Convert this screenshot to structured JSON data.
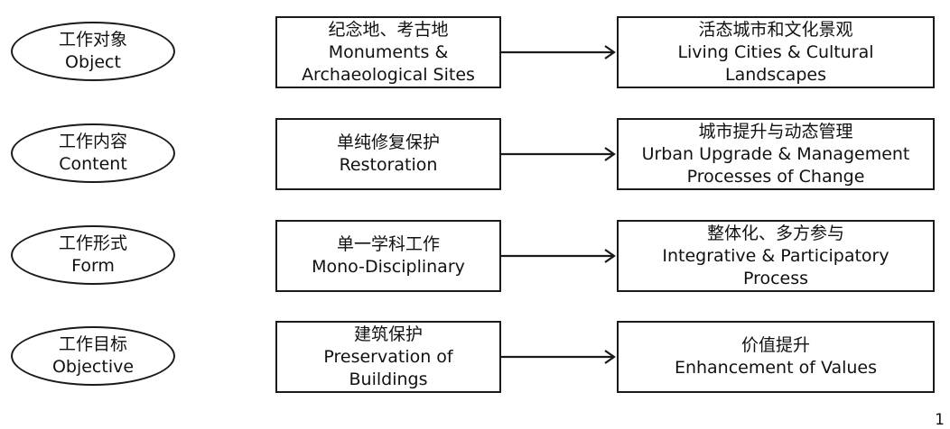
{
  "rows": [
    {
      "aspect_zh": "工作对象",
      "aspect_en": "Object",
      "from_zh": "纪念地、考古地",
      "from_en": [
        "Monuments &",
        "Archaeological Sites"
      ],
      "to_zh": "活态城市和文化景观",
      "to_en": [
        "Living Cities & Cultural",
        "Landscapes"
      ]
    },
    {
      "aspect_zh": "工作内容",
      "aspect_en": "Content",
      "from_zh": "单纯修复保护",
      "from_en": [
        "Restoration"
      ],
      "to_zh": "城市提升与动态管理",
      "to_en": [
        "Urban Upgrade & Management",
        "Processes of Change"
      ]
    },
    {
      "aspect_zh": "工作形式",
      "aspect_en": "Form",
      "from_zh": "单一学科工作",
      "from_en": [
        "Mono-Disciplinary"
      ],
      "to_zh": "整体化、多方参与",
      "to_en": [
        "Integrative & Participatory",
        "Process"
      ]
    },
    {
      "aspect_zh": "工作目标",
      "aspect_en": "Objective",
      "from_zh": "建筑保护",
      "from_en": [
        "Preservation of",
        "Buildings"
      ],
      "to_zh": "价值提升",
      "to_en": [
        "Enhancement of Values"
      ]
    }
  ],
  "page_number": "1"
}
